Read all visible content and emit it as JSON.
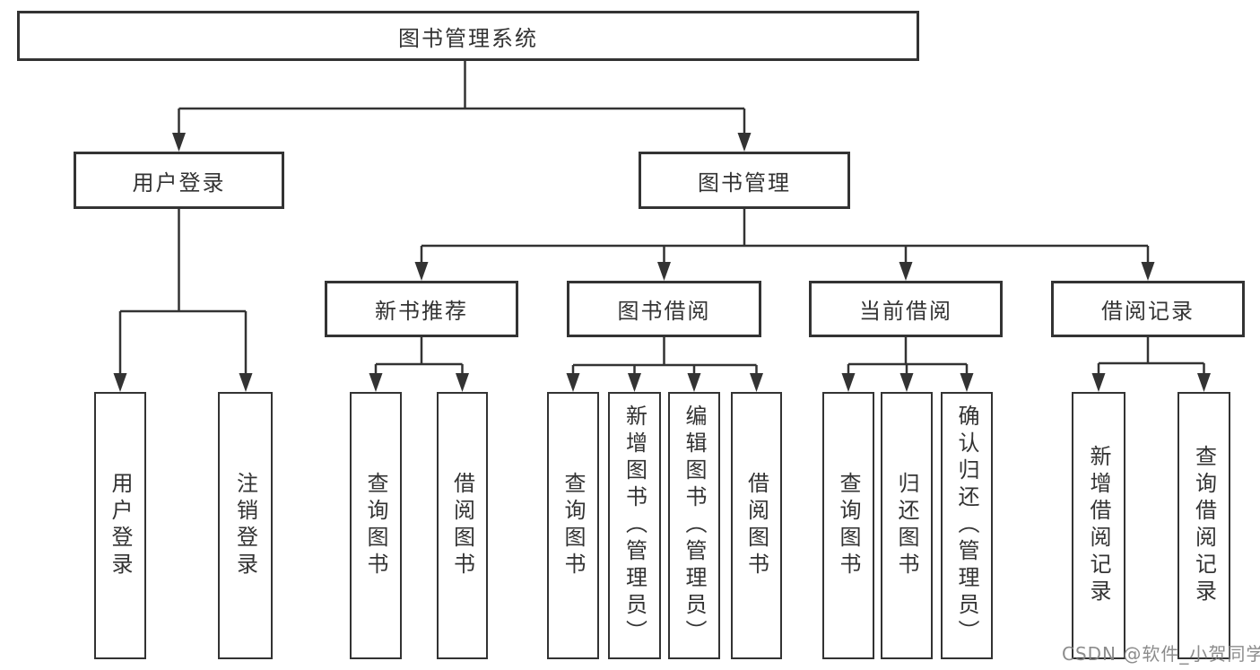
{
  "tree": {
    "root": {
      "label": "图书管理系统"
    },
    "level2": [
      {
        "label": "用户登录",
        "children": [
          {
            "label": "用户登录"
          },
          {
            "label": "注销登录"
          }
        ]
      },
      {
        "label": "图书管理",
        "children": [
          {
            "label": "新书推荐",
            "children": [
              {
                "label": "查询图书"
              },
              {
                "label": "借阅图书"
              }
            ]
          },
          {
            "label": "图书借阅",
            "children": [
              {
                "label": "查询图书"
              },
              {
                "label": "新增图书（管理员）"
              },
              {
                "label": "编辑图书（管理员）"
              },
              {
                "label": "借阅图书"
              }
            ]
          },
          {
            "label": "当前借阅",
            "children": [
              {
                "label": "查询图书"
              },
              {
                "label": "归还图书"
              },
              {
                "label": "确认归还（管理员）"
              }
            ]
          },
          {
            "label": "借阅记录",
            "children": [
              {
                "label": "新增借阅记录"
              },
              {
                "label": "查询借阅记录"
              }
            ]
          }
        ]
      }
    ]
  },
  "watermark": {
    "text": "CSDN @软件_小贺同学"
  },
  "colors": {
    "background": "#ffffff",
    "line": "#333333",
    "box_border": "#333333",
    "text": "#333333",
    "watermark": "#828282"
  }
}
